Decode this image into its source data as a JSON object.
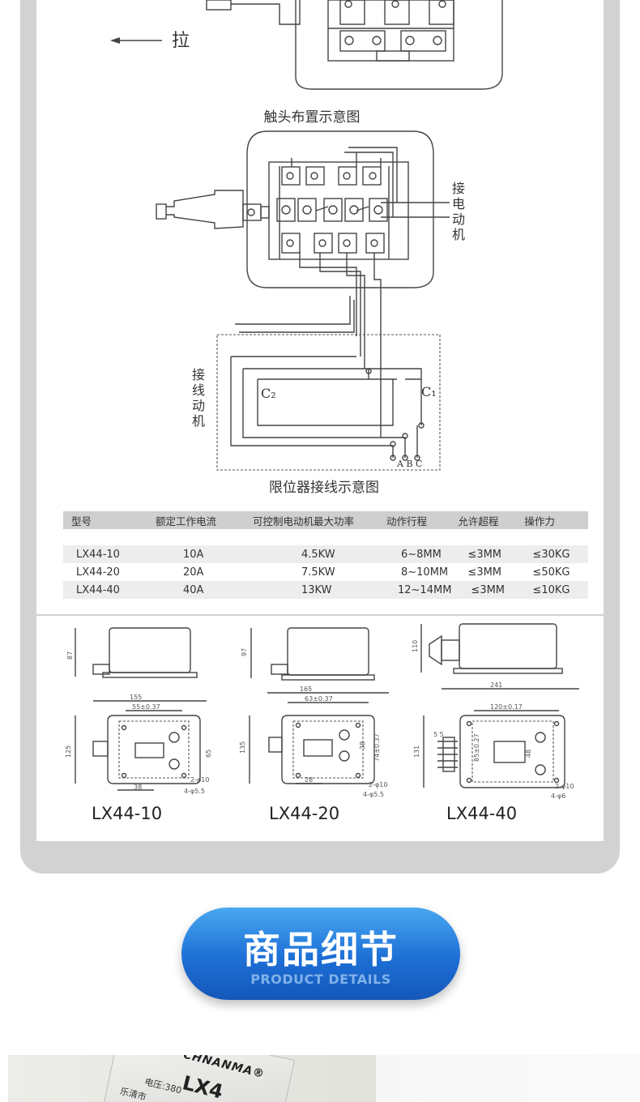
{
  "diagram": {
    "pull_label": "拉",
    "contact_layout_caption": "触头布置示意图",
    "motor_label_right": [
      "接",
      "电",
      "动",
      "机"
    ],
    "motor_label_left": [
      "接",
      "线",
      "动",
      "机"
    ],
    "c2_label": "C₂",
    "c1_label": "C₁",
    "abc_label": "A B C",
    "wiring_caption": "限位器接线示意图"
  },
  "spec_table": {
    "headers": [
      "型号",
      "额定工作电流",
      "可控制电动机最大功率",
      "动作行程",
      "允许超程",
      "操作力"
    ],
    "rows": [
      [
        "LX44-10",
        "10A",
        "4.5KW",
        "6~8MM",
        "≤3MM",
        "≤30KG"
      ],
      [
        "LX44-20",
        "20A",
        "7.5KW",
        "8~10MM",
        "≤3MM",
        "≤50KG"
      ],
      [
        "LX44-40",
        "40A",
        "13KW",
        "12~14MM",
        "≤3MM",
        "≤10KG"
      ]
    ]
  },
  "dimension_drawings": [
    {
      "model": "LX44-10",
      "dims": {
        "height": "87",
        "width": "155",
        "mount": "55±0.37",
        "side": "125",
        "depth": "65",
        "left_off": "38",
        "holes1": "2-φ10",
        "holes2": "4-φ5.5"
      }
    },
    {
      "model": "LX44-20",
      "dims": {
        "height": "97",
        "width": "165",
        "mount": "63±0.37",
        "side": "135",
        "depth": "74±0.37",
        "left_off": "28",
        "inner": "38",
        "holes1": "2-φ10",
        "holes2": "4-φ5.5"
      }
    },
    {
      "model": "LX44-40",
      "dims": {
        "height": "110",
        "width": "241",
        "mount": "120±0.17",
        "side": "131",
        "depth": "85±0.27",
        "inner": "48",
        "small": "5 5",
        "holes1": "2-φ10",
        "holes2": "4-φ6"
      }
    }
  ],
  "section_banner": {
    "title": "商品细节",
    "subtitle": "PRODUCT DETAILS"
  },
  "photo": {
    "brand": "CHNANMA®",
    "model_partial": "LX4",
    "voltage_partial": "电压:380",
    "origin_partial": "乐清市"
  }
}
